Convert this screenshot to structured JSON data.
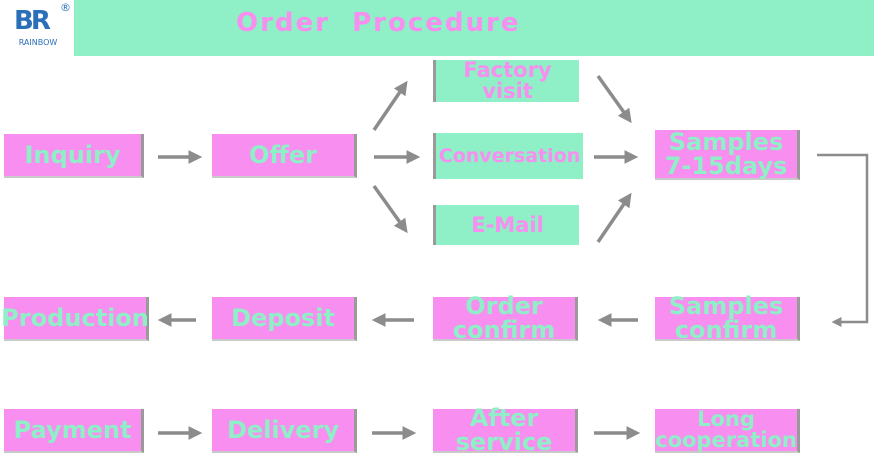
{
  "header": {
    "logo_text": "BR",
    "logo_registered": "®",
    "logo_brand": "RAINBOW",
    "title": "Order  Procedure"
  },
  "colors": {
    "pink": "#f78ef0",
    "green": "#8fefc6",
    "arrow": "#8c8c8c"
  },
  "steps": {
    "inquiry": "Inquiry",
    "offer": "Offer",
    "factory_visit": "Factory visit",
    "conversation": "Conversation",
    "email": "E-Mail",
    "samples": "Samples 7-15days",
    "samples_confirm": "Samples confirm",
    "order_confirm": "Order confirm",
    "deposit": "Deposit",
    "production": "Production",
    "payment": "Payment",
    "delivery": "Delivery",
    "after_service": "After service",
    "long_cooperation": "Long cooperation"
  }
}
